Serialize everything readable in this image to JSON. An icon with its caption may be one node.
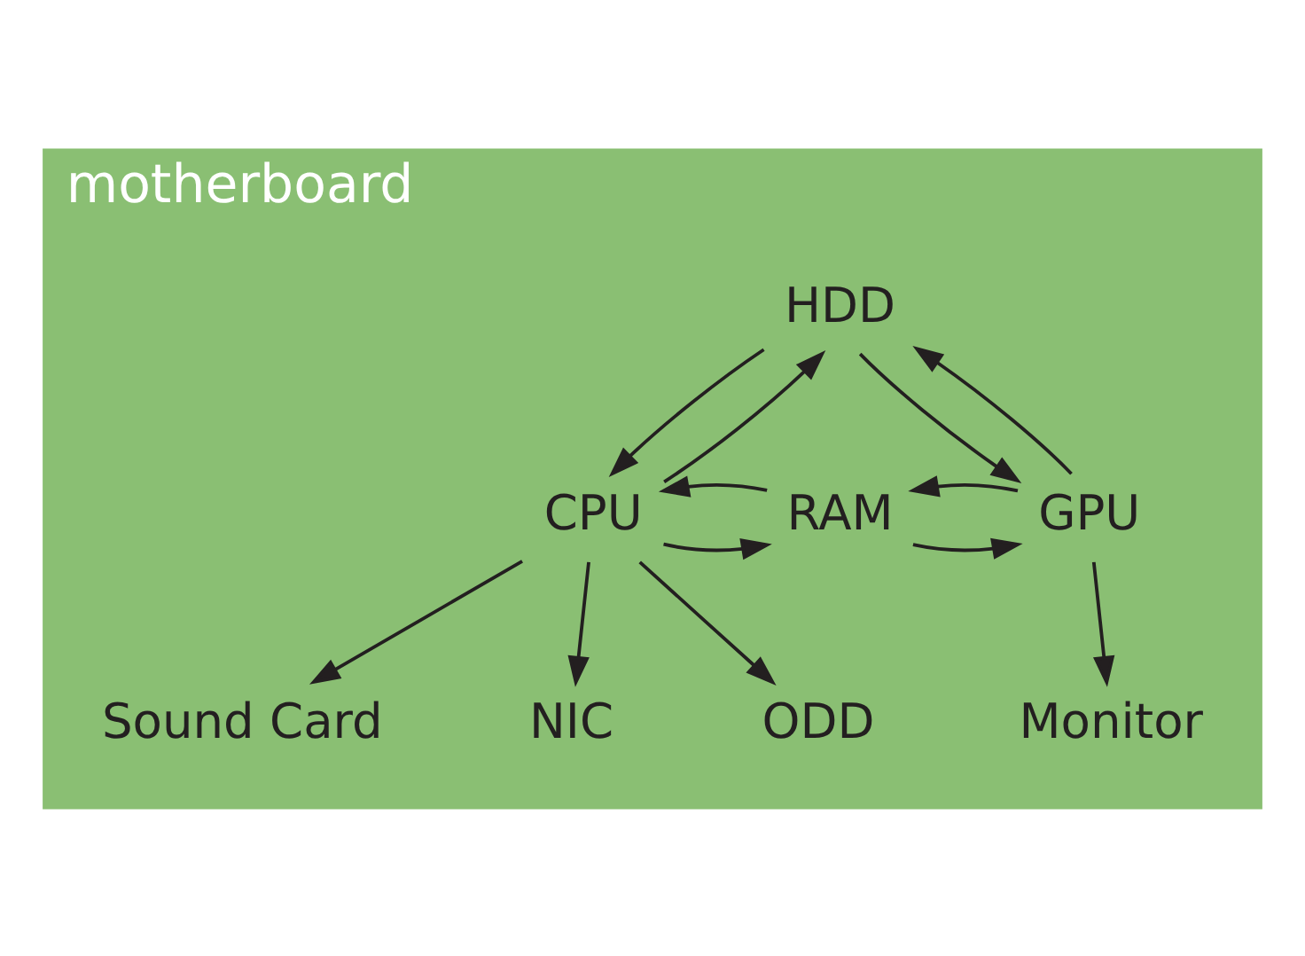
{
  "diagram": {
    "nodes": [
      {
        "text": [
          "motherboard"
        ]
      },
      {
        "text": [
          "HDD"
        ],
        "in": 0
      },
      {
        "text": [
          "CPU"
        ],
        "in": 0
      },
      {
        "text": [
          "RAM"
        ],
        "in": 0
      },
      {
        "text": [
          "GPU"
        ],
        "in": 0
      },
      {
        "text": [
          "Sound Card"
        ],
        "in": 0
      },
      {
        "text": [
          "NIC"
        ],
        "in": 0
      },
      {
        "text": [
          "ODD"
        ],
        "in": 0
      },
      {
        "text": [
          "Monitor"
        ],
        "in": 0
      }
    ],
    "edges": [
      {
        "from": 2,
        "to": 1,
        "arrow": "to"
      },
      {
        "from": 1,
        "to": 2,
        "arrow": "to"
      },
      {
        "from": 1,
        "to": 4,
        "arrow": "to"
      },
      {
        "from": 4,
        "to": 1,
        "arrow": "to"
      },
      {
        "from": 2,
        "to": 3,
        "arrow": "to"
      },
      {
        "from": 3,
        "to": 2,
        "arrow": "to"
      },
      {
        "from": 3,
        "to": 4,
        "arrow": "to"
      },
      {
        "from": 4,
        "to": 3,
        "arrow": "to"
      },
      {
        "from": 2,
        "to": 5,
        "arrow": "to"
      },
      {
        "from": 2,
        "to": 6,
        "arrow": "to"
      },
      {
        "from": 2,
        "to": 7,
        "arrow": "to"
      },
      {
        "from": 4,
        "to": 8,
        "arrow": "to"
      }
    ]
  }
}
